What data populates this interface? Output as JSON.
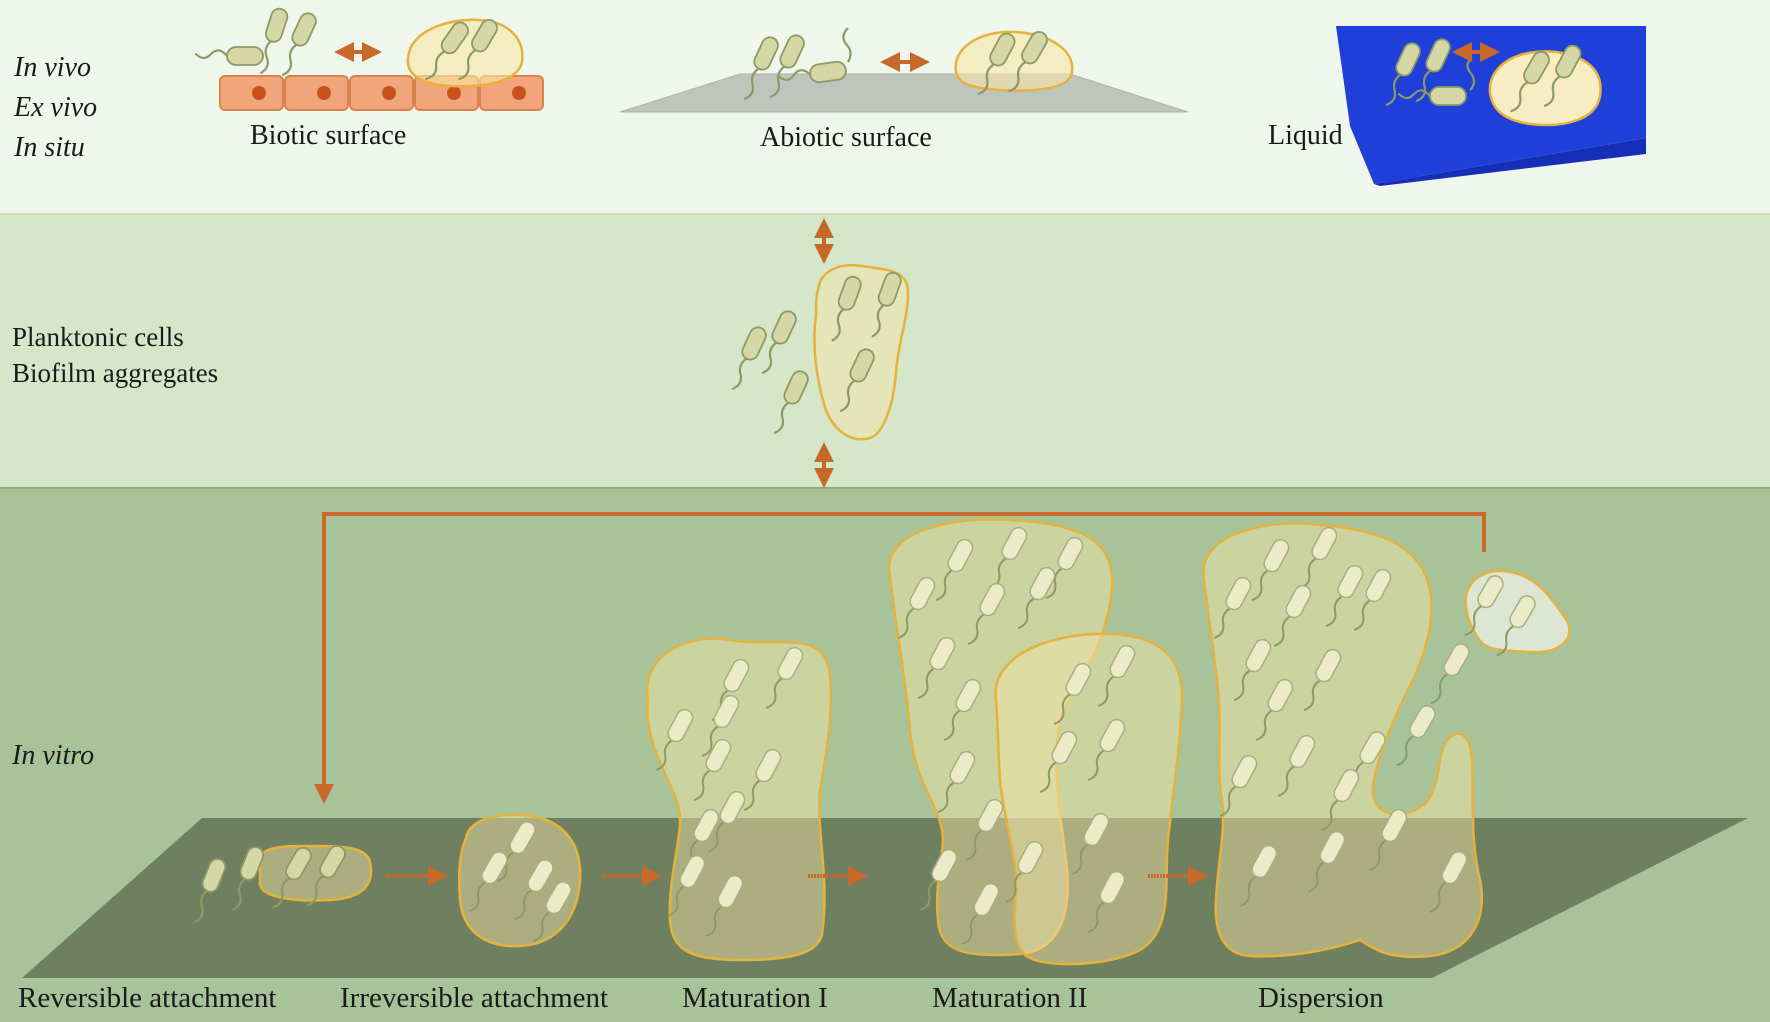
{
  "colors": {
    "band_top": "#eff6ec",
    "band_middle": "#d5e6c9",
    "band_bottom": "#a8c39a",
    "arrow": "#c8692a",
    "cell_fill": "#d6d7a6",
    "cell_stroke": "#8e9a63",
    "aggregate_stroke": "#e4b23e",
    "aggregate_fill": "#f6e7a6",
    "epithelium": "#f2a57a",
    "epithelium_nucleus": "#c8531a",
    "abiotic_plane": "#bfc4bd",
    "substratum": "#6f8061",
    "liquid": "#1f3fd9"
  },
  "top_band": {
    "conditions": [
      "In vivo",
      "Ex vivo",
      "In situ"
    ],
    "surfaces": {
      "biotic": "Biotic surface",
      "abiotic": "Abiotic surface",
      "liquid": "Liquid"
    }
  },
  "middle_band": {
    "lines": [
      "Planktonic cells",
      "Biofilm aggregates"
    ]
  },
  "bottom_band": {
    "condition": "In vitro",
    "stages": [
      "Reversible attachment",
      "Irreversible attachment",
      "Maturation I",
      "Maturation II",
      "Dispersion"
    ]
  }
}
